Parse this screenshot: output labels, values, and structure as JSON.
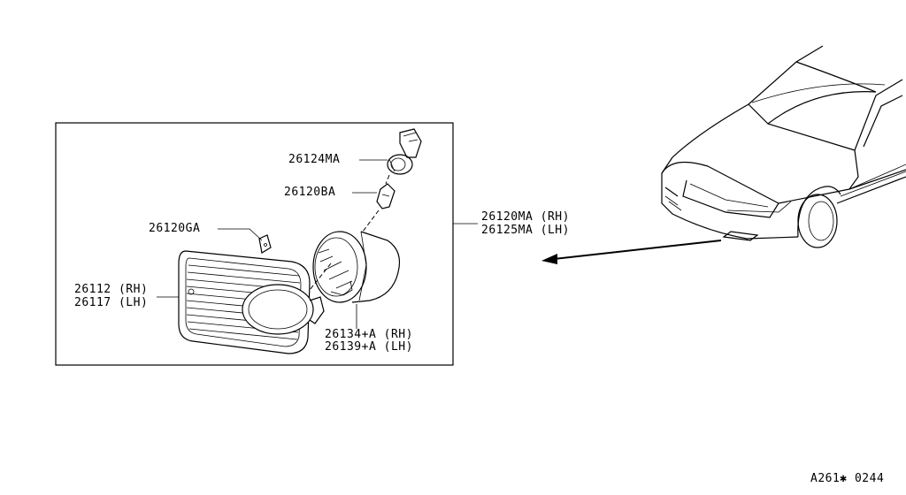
{
  "parts": {
    "bulb_socket": "26124MA",
    "bulb": "26120BA",
    "clip": "26120GA",
    "assembly_rh": "26120MA (RH)",
    "assembly_lh": "26125MA (LH)",
    "bezel_rh": "26112 (RH)",
    "bezel_lh": "26117 (LH)",
    "lens_rh": "26134+A (RH)",
    "lens_lh": "26139+A (LH)"
  },
  "diagram_code": "A261✱ 0244"
}
